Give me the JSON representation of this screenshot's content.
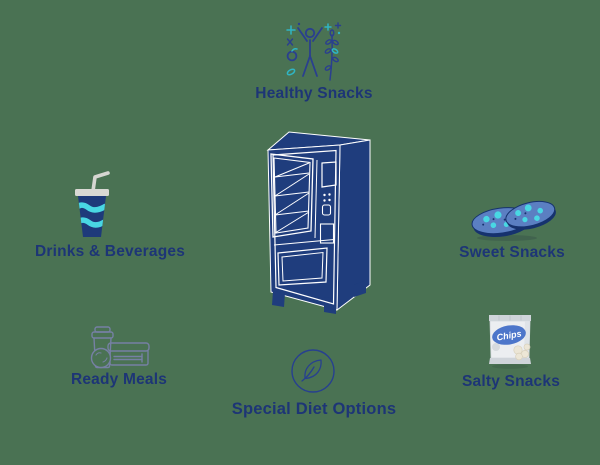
{
  "background_color": "#4a7253",
  "colors": {
    "navy": "#1f3d7d",
    "text_navy": "#1d3576",
    "cyan_accent": "#49d7e3",
    "cookie_blue": "#5b7fc2",
    "teal_accent": "#2fb5c4",
    "straw_gray": "#d6d6d1",
    "bag_gray": "#eceef1",
    "bag_label_blue": "#4d76ca",
    "outline_muted": "#7680a4",
    "white_line": "#ffffff"
  },
  "center": {
    "name": "vending machine",
    "icon": "vending-machine-icon"
  },
  "categories": [
    {
      "label": "Healthy Snacks",
      "icon": "healthy-lifestyle-icon"
    },
    {
      "label": "Drinks & Beverages",
      "icon": "drink-cup-icon"
    },
    {
      "label": "Sweet Snacks",
      "icon": "cookies-icon"
    },
    {
      "label": "Ready Meals",
      "icon": "meal-tray-icon"
    },
    {
      "label": "Special Diet Options",
      "icon": "leaf-circle-icon"
    },
    {
      "label": "Salty Snacks",
      "icon": "chips-bag-icon",
      "bag_text": "Chips"
    }
  ]
}
